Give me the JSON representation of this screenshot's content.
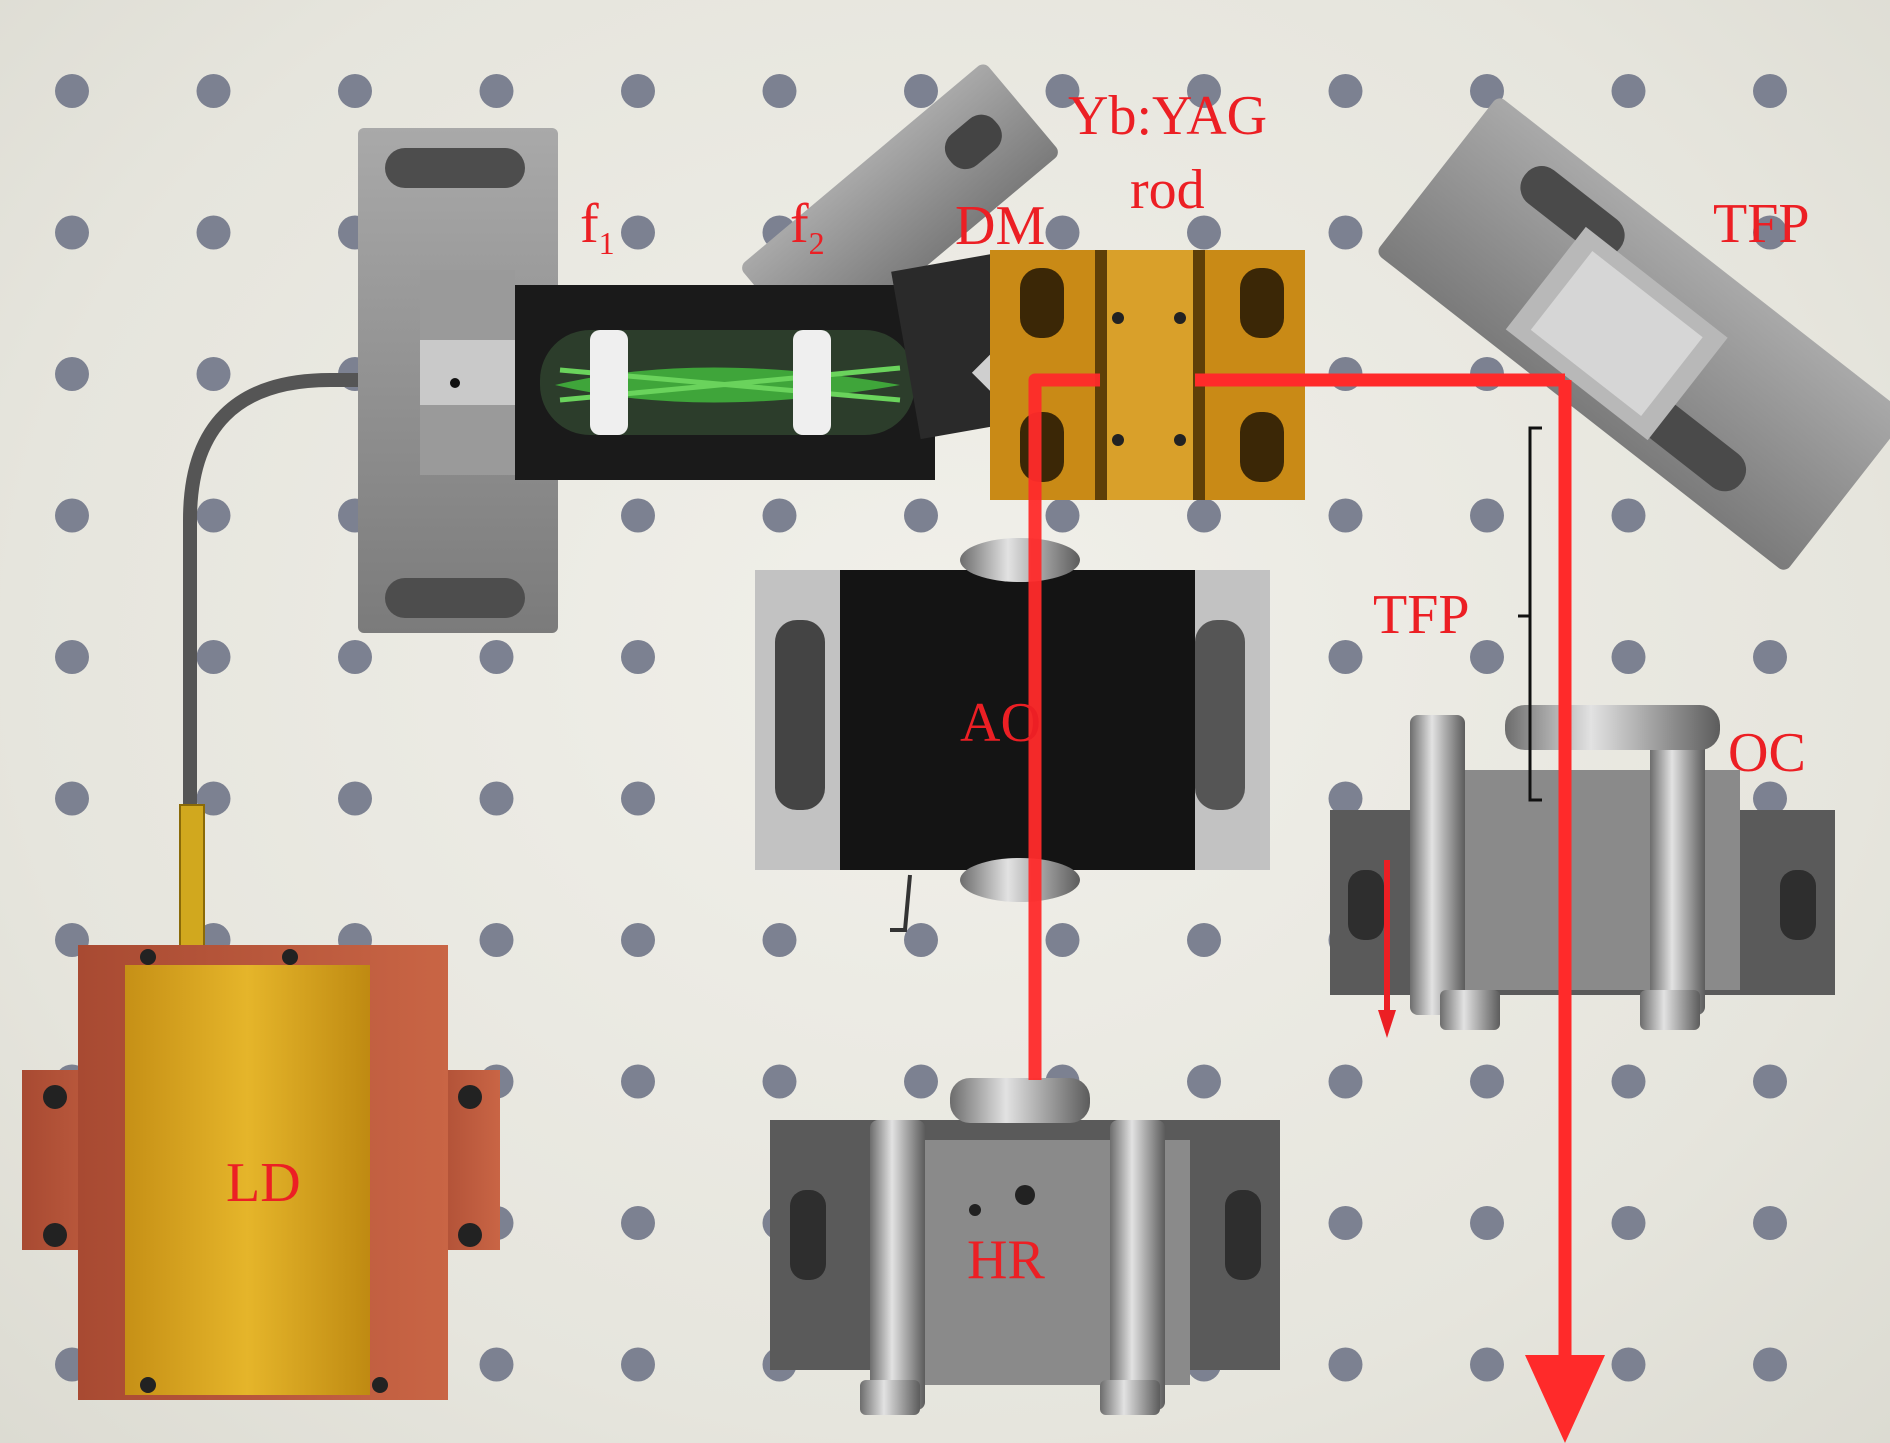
{
  "labels": {
    "ld": "LD",
    "f1_main": "f",
    "f1_sub": "1",
    "f2_main": "f",
    "f2_sub": "2",
    "dm": "DM",
    "yb_line1": "Yb:YAG",
    "yb_line2": "rod",
    "tfp_top": "TFP",
    "tfp_mid": "TFP",
    "ao": "AO",
    "oc": "OC",
    "hr": "HR"
  },
  "colors": {
    "label": "#ec1f24",
    "beam": "#ff2a2a",
    "table": "#e9e8e1",
    "hole": "#7c8191",
    "ld_body": "#d9a514",
    "ld_copper": "#b5573a",
    "rod_mount": "#c98a16",
    "ao_body": "#141414",
    "mount_gray": "#8e8e8e"
  },
  "icons": {
    "beam_arrow": "arrow-down-icon",
    "small_arrow": "arrow-down-icon",
    "bracket": "bracket-icon"
  }
}
